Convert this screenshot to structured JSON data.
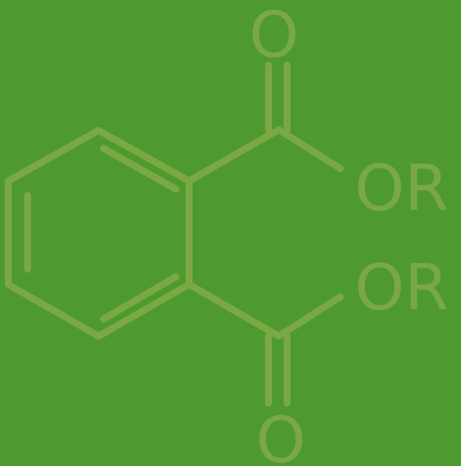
{
  "colors": {
    "background": "#4f9a2e",
    "structure": "#79a845"
  },
  "labels": {
    "top_carbonyl_oxygen": "O",
    "top_ester_group": "OR",
    "bottom_ester_group": "OR",
    "bottom_carbonyl_oxygen": "O"
  }
}
